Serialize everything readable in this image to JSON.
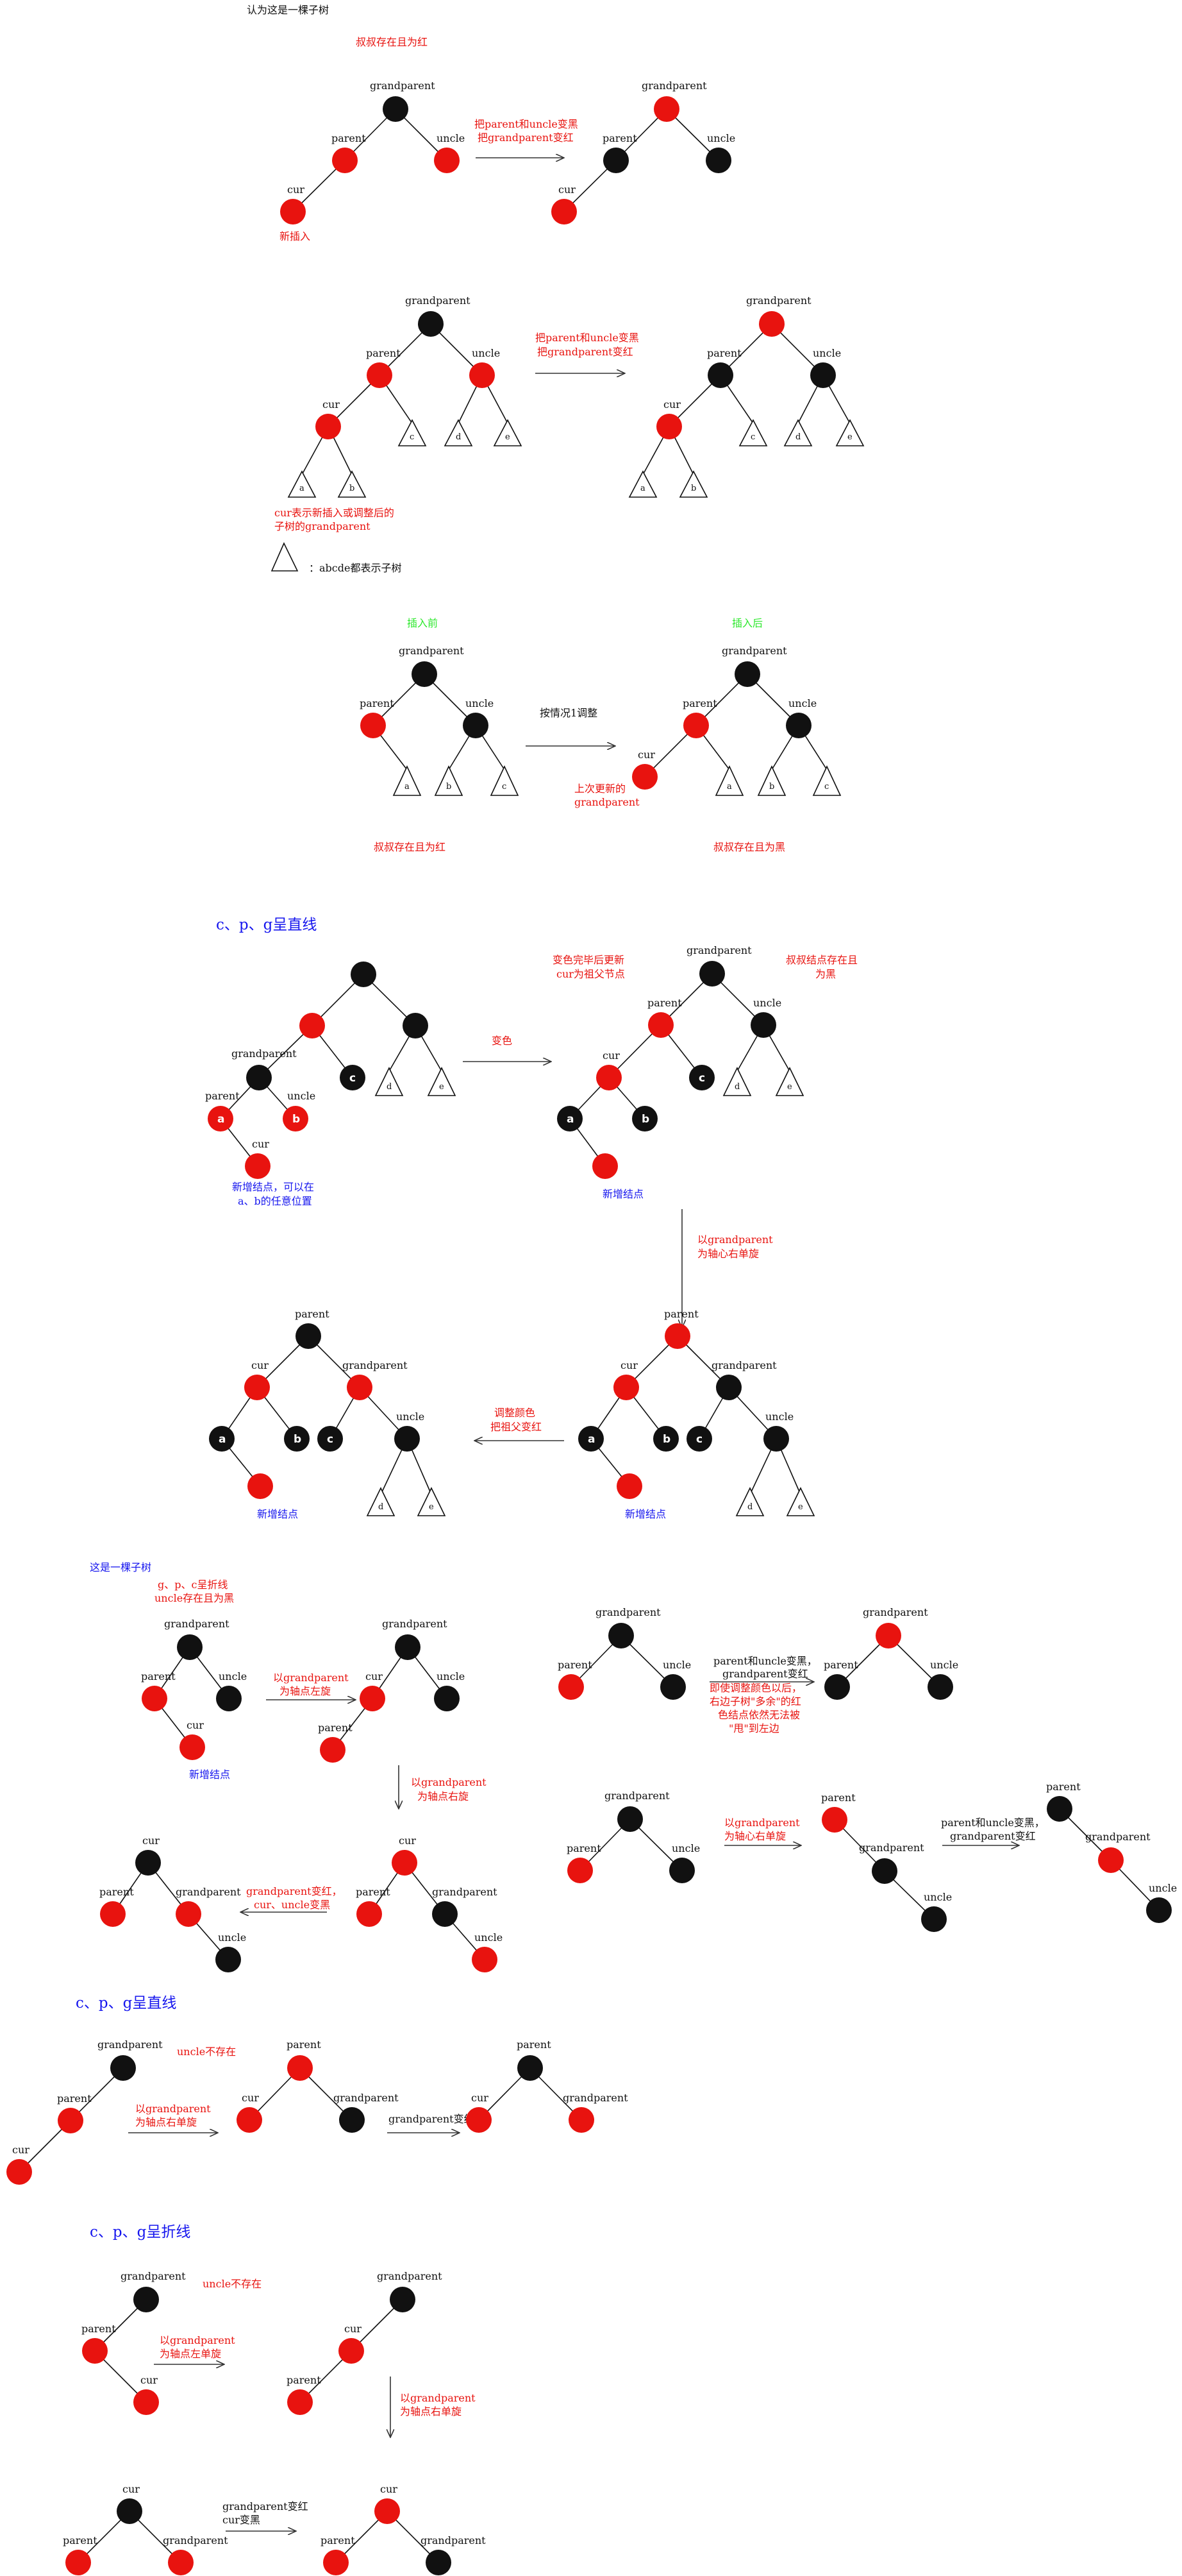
{
  "colors": {
    "red_node": "#e8130f",
    "black_node": "#111111",
    "red_text": "#e8130f",
    "blue_text": "#1616ee",
    "green_text": "#2ee82e"
  },
  "labels": {
    "grandparent": "grandparent",
    "parent": "parent",
    "uncle": "uncle",
    "cur": "cur",
    "a": "a",
    "b": "b",
    "c": "c",
    "d": "d",
    "e": "e"
  },
  "text": {
    "t1": "认为这是一棵子树",
    "t2": "叔叔存在且为红",
    "t3": "把parent和uncle变黑",
    "t4": "把grandparent变红",
    "t5": "新插入",
    "t6": "把parent和uncle变黑",
    "t7": "把grandparent变红",
    "t8": "cur表示新插入或调整后的",
    "t9": "子树的grandparent",
    "t10": "：abcde都表示子树",
    "t11": "插入前",
    "t12": "插入后",
    "t13": "按情况1调整",
    "t14": "上次更新的",
    "t15": "grandparent",
    "t16": "叔叔存在且为红",
    "t17": "叔叔存在且为黑",
    "t18": "c、p、g呈直线",
    "t19": "变色完毕后更新",
    "t20": "cur为祖父节点",
    "t21": "叔叔结点存在且",
    "t22": "为黑",
    "t23": "变色",
    "t24": "新增结点，可以在",
    "t25": "a、b的任意位置",
    "t26": "新增结点",
    "t27": "以grandparent",
    "t28": "为轴心右单旋",
    "t29": "调整颜色",
    "t30": "把祖父变红",
    "t31": "新增结点",
    "t32": "新增结点",
    "t33": "这是一棵子树",
    "t34": "g、p、c呈折线",
    "t35": "uncle存在且为黑",
    "t36": "以grandparent",
    "t37": "为轴点左旋",
    "t38": "新增结点",
    "t39": "以grandparent",
    "t40": "为轴点右旋",
    "t41": "grandparent变红，",
    "t42": "cur、uncle变黑",
    "t43": "parent和uncle变黑，",
    "t44": "grandparent变红",
    "t45": "即使调整颜色以后，",
    "t46": "右边子树\"多余\"的红",
    "t47": "色结点依然无法被",
    "t48": "\"甩\"到左边",
    "t49": "以grandparent",
    "t50": "为轴心右单旋",
    "t51": "parent和uncle变黑，",
    "t52": "grandparent变红",
    "t53": "c、p、g呈直线",
    "t54": "uncle不存在",
    "t55": "以grandparent",
    "t56": "为轴点右单旋",
    "t57": "grandparent变红",
    "t58": "c、p、g呈折线",
    "t59": "uncle不存在",
    "t60": "以grandparent",
    "t61": "为轴点左单旋",
    "t62": "以grandparent",
    "t63": "为轴点右单旋",
    "t64": "grandparent变红",
    "t65": "cur变黑"
  }
}
